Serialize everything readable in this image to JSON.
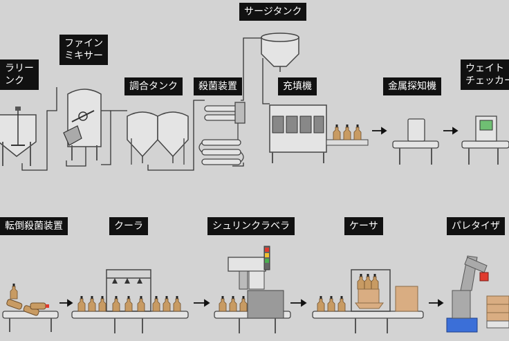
{
  "labels": {
    "slurry_tank": [
      "ラリー",
      "ンク"
    ],
    "fine_mixer": [
      "ファイン",
      "ミキサー"
    ],
    "blend_tank": "調合タンク",
    "sterilizer": "殺菌装置",
    "surge_tank": "サージタンク",
    "filler": "充填機",
    "metal_detector": "金属探知機",
    "weight_checker": [
      "ウェイト",
      "チェッカー"
    ],
    "inversion_sterilizer": "転倒殺菌装置",
    "cooler": "クーラ",
    "shrink_labeler": "シュリンクラベラ",
    "case_packer": "ケーサ",
    "palletizer": "パレタイザ"
  },
  "colors": {
    "background": "#d3d3d3",
    "label_bg": "#111111",
    "equipment_fill": "#e4e4e4",
    "equipment_stroke": "#444444",
    "bottle": "#c89b63",
    "box": "#d9ad82",
    "robot_base": "#3b6fd8"
  }
}
